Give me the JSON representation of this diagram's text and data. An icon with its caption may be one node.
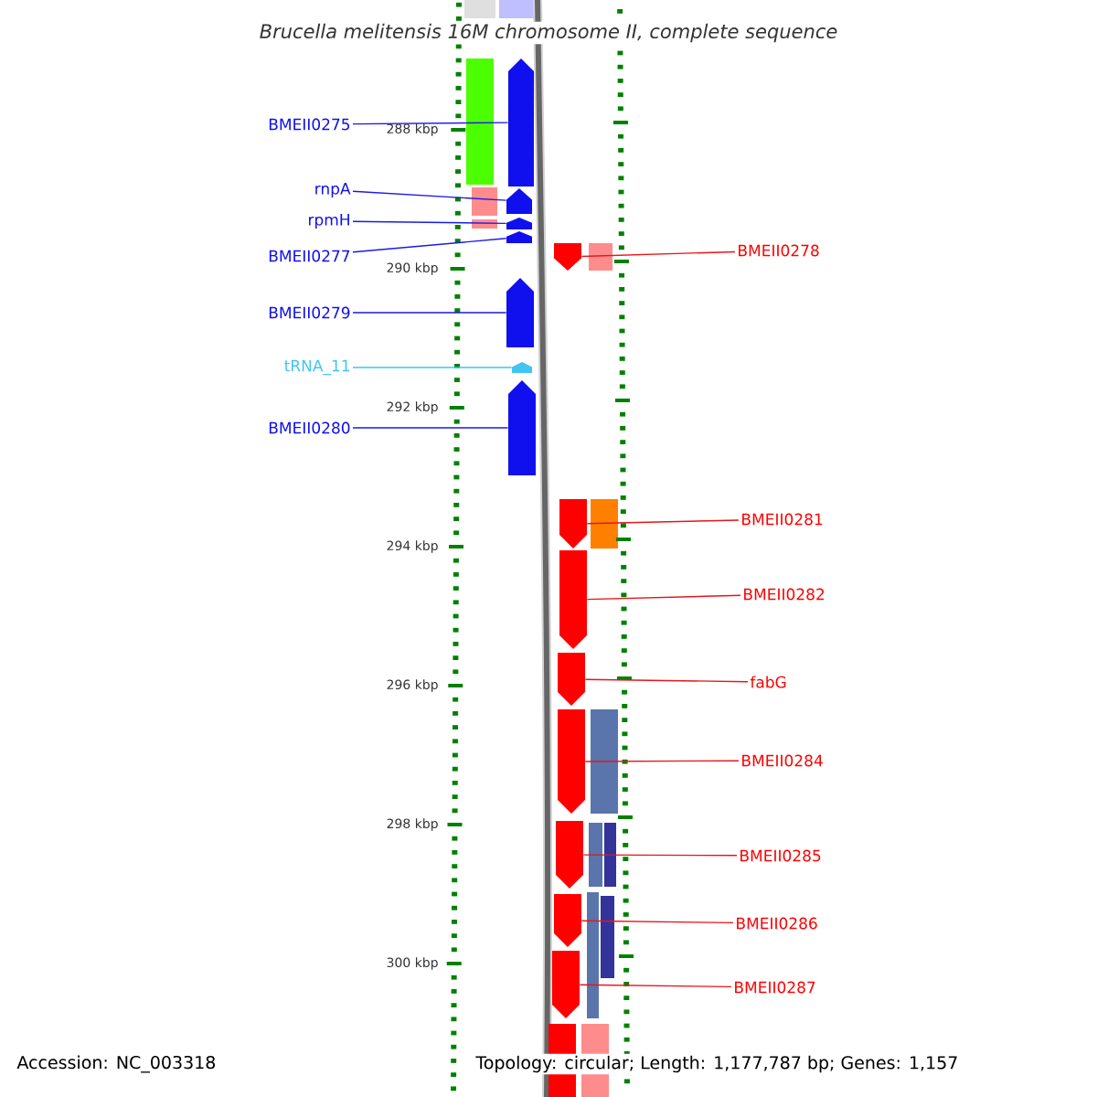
{
  "diagram": {
    "title": "Brucella melitensis 16M chromosome II, complete sequence",
    "nodes": [
      {
        "text": [
          "BMEII0275"
        ]
      },
      {
        "text": [],
        "shape": "arrow"
      },
      {
        "text": [
          "rnpA"
        ]
      },
      {
        "text": [],
        "shape": "arrow"
      },
      {
        "text": [
          "rpmH"
        ]
      },
      {
        "text": [],
        "shape": "arrow"
      },
      {
        "text": [
          "BMEII0278"
        ]
      },
      {
        "text": [],
        "shape": "arrow"
      },
      {
        "text": [
          "BMEII0277"
        ]
      },
      {
        "text": [],
        "shape": "arrow"
      },
      {
        "text": [
          "BMEII0279"
        ]
      },
      {
        "text": [],
        "shape": "arrow"
      },
      {
        "text": [
          "tRNA_11"
        ]
      },
      {
        "text": [],
        "shape": "arrow"
      },
      {
        "text": [
          "BMEII0280"
        ]
      },
      {
        "text": [],
        "shape": "arrow"
      },
      {
        "text": [
          "BMEII0281"
        ]
      },
      {
        "text": [],
        "shape": "arrow"
      },
      {
        "text": [
          "BMEII0282"
        ]
      },
      {
        "text": [],
        "shape": "arrow"
      },
      {
        "text": [
          "fabG"
        ]
      },
      {
        "text": [],
        "shape": "arrow"
      },
      {
        "text": [
          "BMEII0284"
        ]
      },
      {
        "text": [],
        "shape": "arrow"
      },
      {
        "text": [
          "BMEII0285"
        ]
      },
      {
        "text": [],
        "shape": "arrow"
      },
      {
        "text": [
          "BMEII0286"
        ]
      },
      {
        "text": [],
        "shape": "arrow"
      },
      {
        "text": [
          "BMEII0287"
        ]
      },
      {
        "text": [],
        "shape": "arrow"
      }
    ],
    "edges": [
      {
        "from": 0,
        "to": 1,
        "arrow": "none",
        "color": "#1a1ae6"
      },
      {
        "from": 2,
        "to": 3,
        "arrow": "none",
        "color": "#1a1ae6"
      },
      {
        "from": 4,
        "to": 5,
        "arrow": "none",
        "color": "#1a1ae6"
      },
      {
        "from": 6,
        "to": 7,
        "arrow": "none"
      },
      {
        "from": 8,
        "to": 9,
        "arrow": "none",
        "color": "#1a1ae6"
      },
      {
        "from": 10,
        "to": 11,
        "arrow": "none",
        "color": "#1a1ae6"
      },
      {
        "from": 12,
        "to": 13,
        "arrow": "none",
        "color": "#3cc4f0"
      },
      {
        "from": 14,
        "to": 15,
        "arrow": "none",
        "color": "#1a1ae6"
      },
      {
        "from": 16,
        "to": 17,
        "arrow": "none"
      },
      {
        "from": 18,
        "to": 19,
        "arrow": "none"
      },
      {
        "from": 20,
        "to": 21,
        "arrow": "none"
      },
      {
        "from": 22,
        "to": 23,
        "arrow": "none"
      },
      {
        "from": 24,
        "to": 25,
        "arrow": "none"
      },
      {
        "from": 26,
        "to": 27,
        "arrow": "none"
      },
      {
        "from": 28,
        "to": 29,
        "arrow": "none"
      }
    ],
    "labels": [
      "288 kbp",
      "290 kbp",
      "292 kbp",
      "294 kbp",
      "296 kbp",
      "298 kbp",
      "300 kbp",
      "Accession: NC_003318",
      "Topology: circular; Length: 1,177,787 bp; Genes: 1,157"
    ]
  }
}
